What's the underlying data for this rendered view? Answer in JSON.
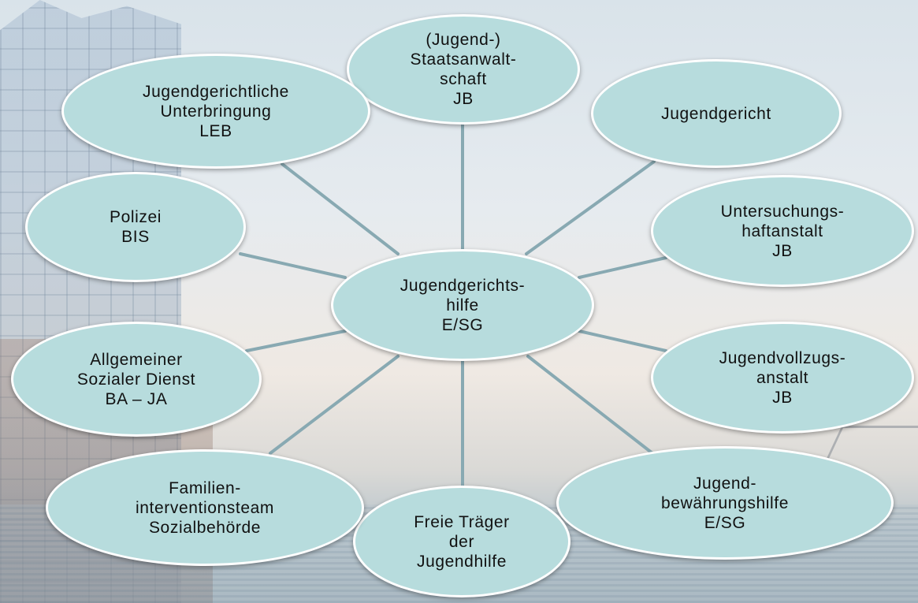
{
  "center": {
    "label": "Jugendgerichts-\nhilfe\nE/SG"
  },
  "nodes": {
    "staatsanwaltschaft": "(Jugend-)\nStaatsanwalt-\nschaft\nJB",
    "jugendgericht": "Jugendgericht",
    "untersuchungshaftanstalt": "Untersuchungs-\nhaftanstalt\nJB",
    "jugendvollzugsanstalt": "Jugendvollzugs-\nanstalt\nJB",
    "jugendbewaehrungshilfe": "Jugend-\nbewährungshilfe\nE/SG",
    "freie_traeger": "Freie Träger\nder\nJugendhilfe",
    "familieninterventionsteam": "Familien-\ninterventionsteam\nSozialbehörde",
    "asd": "Allgemeiner\nSozialer Dienst\nBA – JA",
    "polizei": "Polizei\nBIS",
    "unterbringung": "Jugendgerichtliche\nUnterbringung\nLEB"
  },
  "colors": {
    "node_fill": "#b7dcdd",
    "node_border": "#ffffff",
    "connector": "#88a9b2"
  }
}
